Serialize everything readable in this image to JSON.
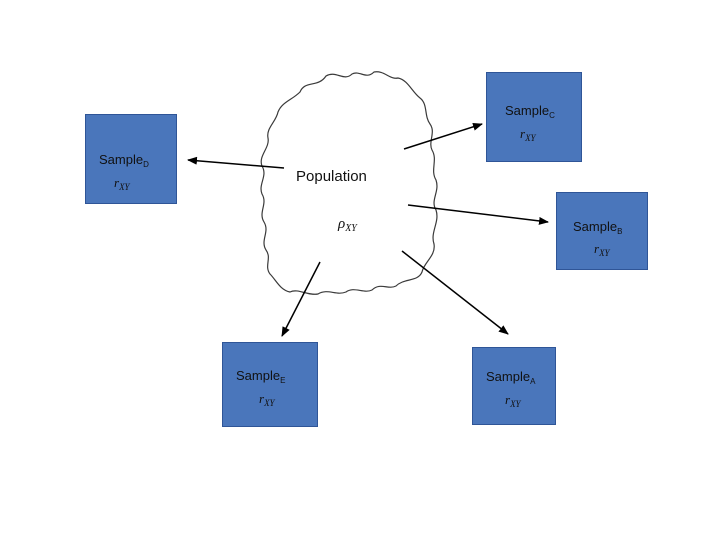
{
  "population": {
    "title": "Population",
    "param_symbol": "ρ",
    "param_subscript": "XY"
  },
  "samples": {
    "A": {
      "name": "Sample",
      "sub": "A",
      "stat": "r",
      "stat_sub": "XY"
    },
    "B": {
      "name": "Sample",
      "sub": "B",
      "stat": "r",
      "stat_sub": "XY"
    },
    "C": {
      "name": "Sample",
      "sub": "C",
      "stat": "r",
      "stat_sub": "XY"
    },
    "D": {
      "name": "Sample",
      "sub": "D",
      "stat": "r",
      "stat_sub": "XY"
    },
    "E": {
      "name": "Sample",
      "sub": "E",
      "stat": "r",
      "stat_sub": "XY"
    }
  },
  "colors": {
    "box_fill": "#4a76bb",
    "box_border": "#2f5597",
    "arrow": "#000000",
    "blob_outline": "#3a3a3a"
  }
}
